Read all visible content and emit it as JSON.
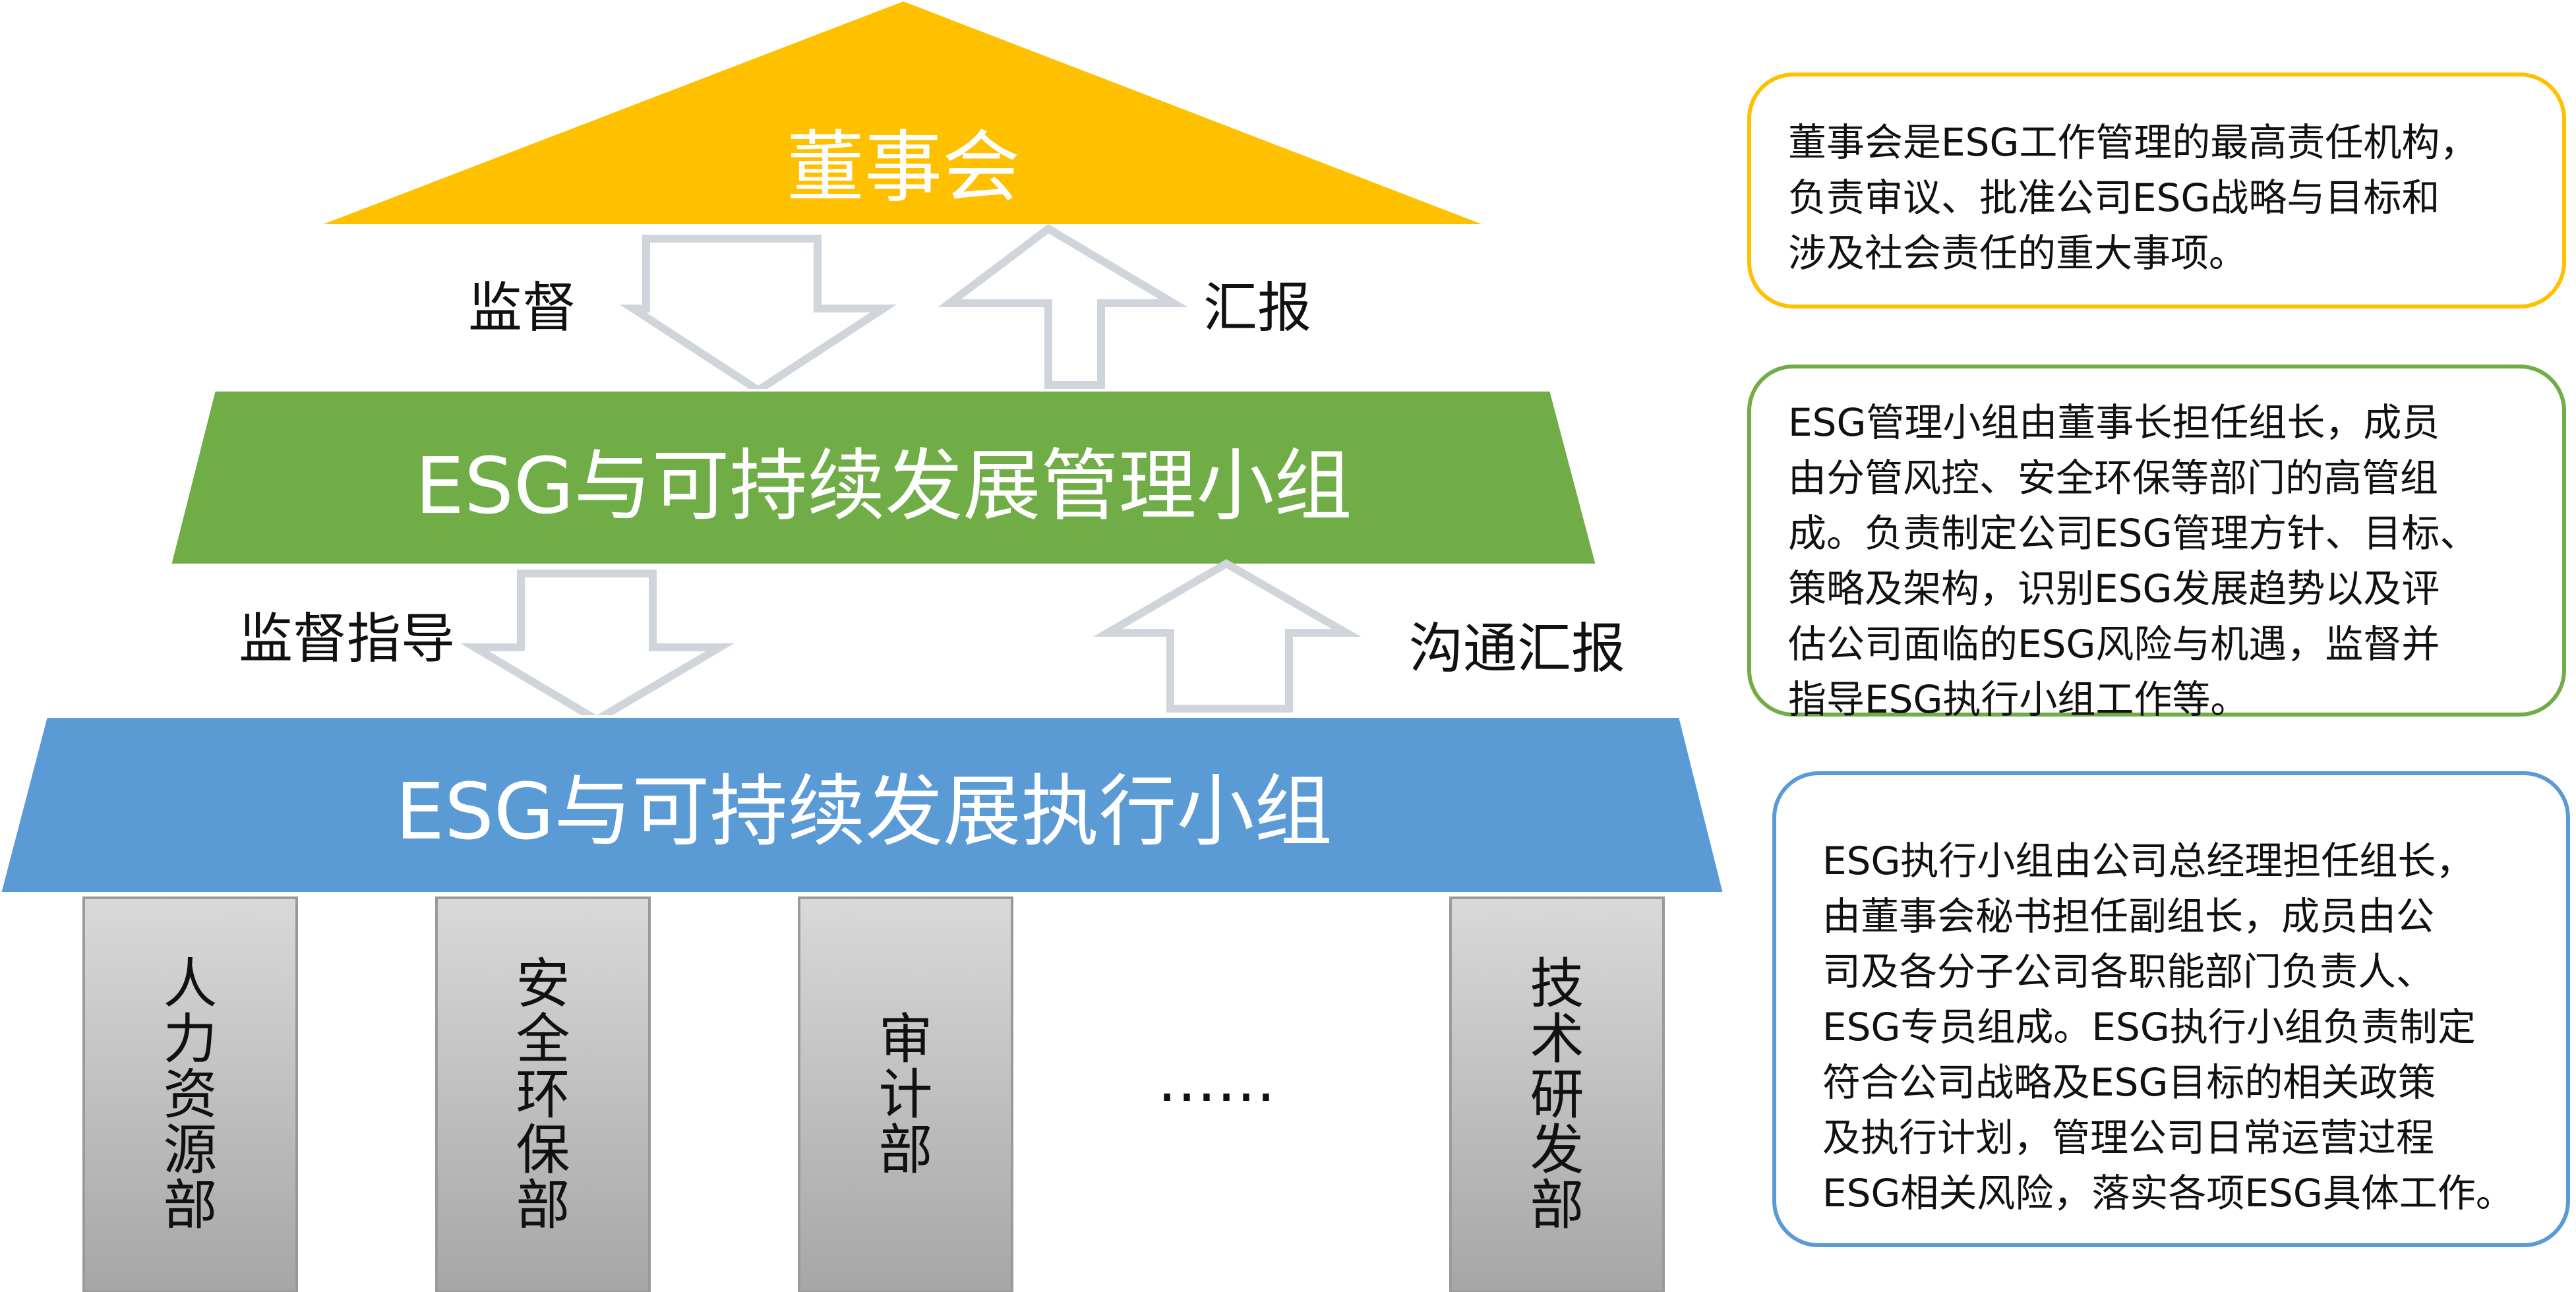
{
  "colors": {
    "board": "#FFC000",
    "mgmt": "#70AD47",
    "exec": "#5B9BD5",
    "dept": "#BFBFBF",
    "arrow_stroke": "#D0D5DC",
    "panel_board_border": "#FFC000",
    "panel_mgmt_border": "#70AD47",
    "panel_exec_border": "#5B9BD5"
  },
  "tiers": {
    "board": "董事会",
    "mgmt": "ESG与可持续发展管理小组",
    "exec": "ESG与可持续发展执行小组"
  },
  "arrows": {
    "supervise": "监督",
    "report": "汇报",
    "supervise_guide": "监督指导",
    "communicate_report": "沟通汇报"
  },
  "departments": [
    "人力资源部",
    "安全环保部",
    "审计部",
    "技术研发部"
  ],
  "ellipsis": "……",
  "panels": {
    "board": [
      "董事会是ESG工作管理的最高责任机构，",
      "负责审议、批准公司ESG战略与目标和",
      "涉及社会责任的重大事项。"
    ],
    "mgmt": [
      "ESG管理小组由董事长担任组长，成员",
      "由分管风控、安全环保等部门的高管组",
      "成。负责制定公司ESG管理方针、目标、",
      "策略及架构，识别ESG发展趋势以及评",
      "估公司面临的ESG风险与机遇，监督并",
      "指导ESG执行小组工作等。"
    ],
    "exec": [
      "ESG执行小组由公司总经理担任组长，",
      "由董事会秘书担任副组长，成员由公",
      "司及各分子公司各职能部门负责人、",
      "ESG专员组成。ESG执行小组负责制定",
      "符合公司战略及ESG目标的相关政策",
      "及执行计划，管理公司日常运营过程",
      "ESG相关风险，落实各项ESG具体工作。"
    ]
  }
}
